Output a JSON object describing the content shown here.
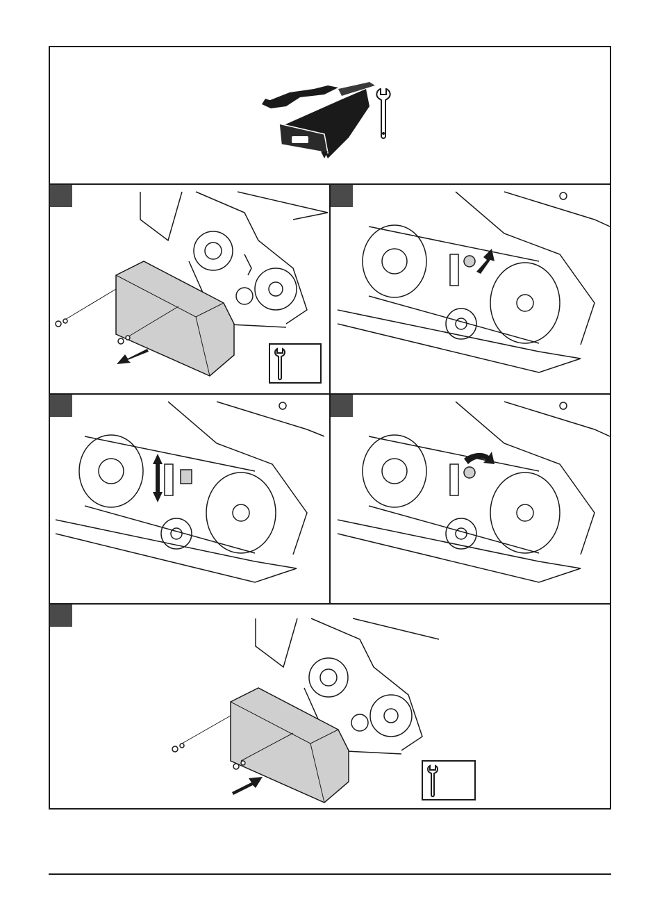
{
  "colors": {
    "line": "#1a1a1a",
    "cover_fill": "#cfcfcf",
    "marker": "#4a4a4a",
    "page": "#ffffff"
  },
  "header": {
    "icons": [
      "machine-icon",
      "wrench-icon"
    ]
  },
  "steps": [
    {
      "id": 1,
      "action": "remove-cover",
      "icons": [
        "wrench-icon",
        "arrow-out-icon"
      ]
    },
    {
      "id": 2,
      "action": "lift-tensioner",
      "icons": [
        "arrow-up-icon"
      ]
    },
    {
      "id": 3,
      "action": "adjust-spring",
      "icons": [
        "double-arrow-icon"
      ]
    },
    {
      "id": 4,
      "action": "lower-tensioner",
      "icons": [
        "arrow-curved-icon"
      ]
    },
    {
      "id": 5,
      "action": "refit-cover",
      "icons": [
        "wrench-icon",
        "arrow-in-icon"
      ]
    }
  ]
}
